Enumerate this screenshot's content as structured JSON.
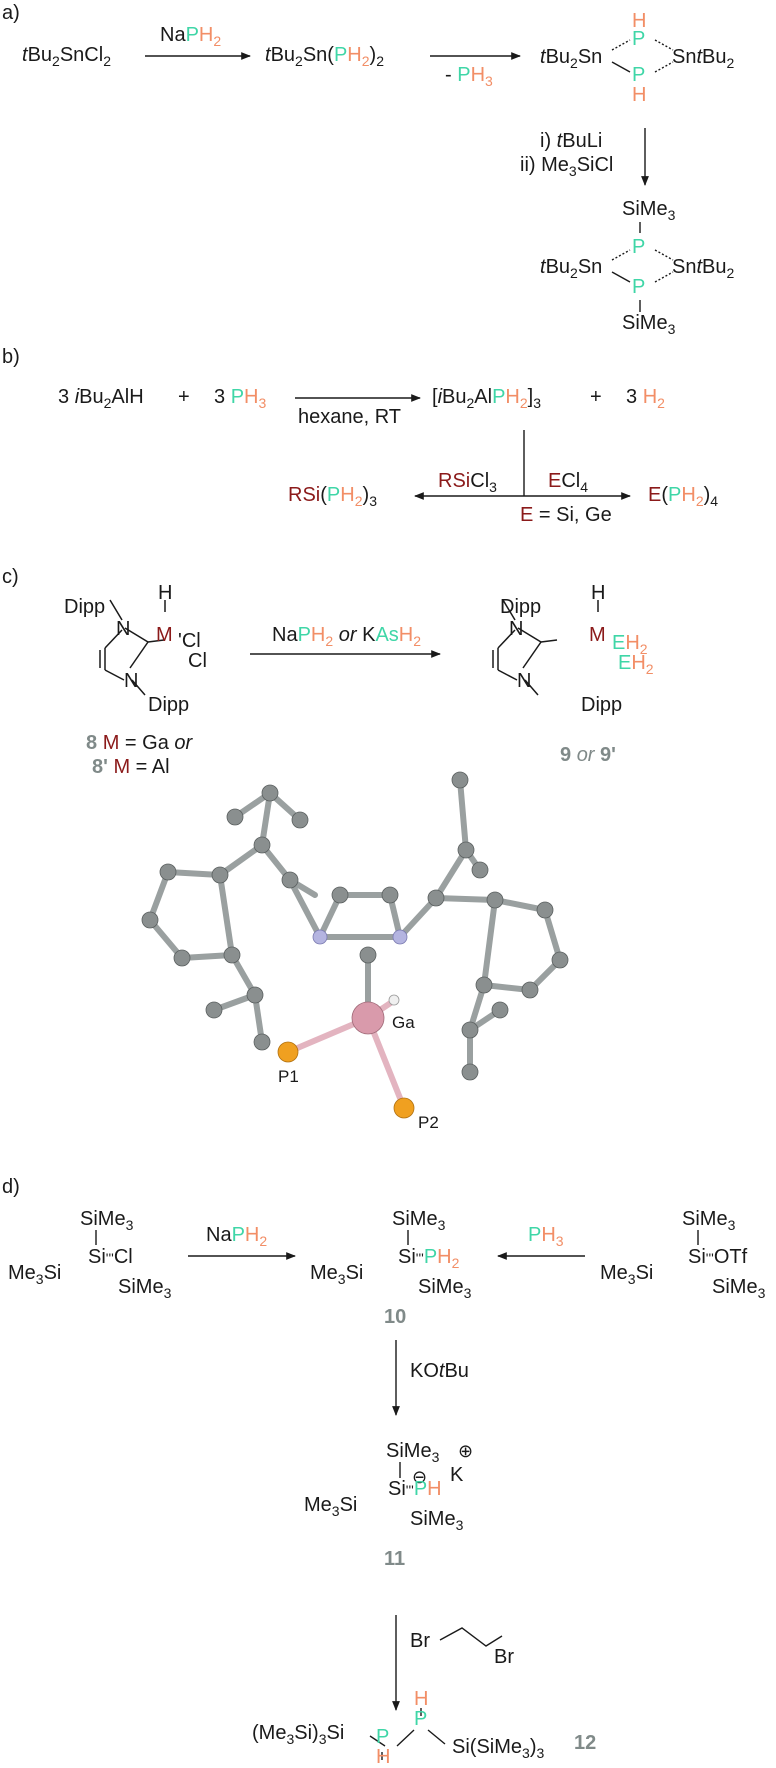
{
  "panels": {
    "a": {
      "label": "a)",
      "start": "tBu2SnCl2",
      "reagent1": "NaPH2",
      "intermediate": "tBu2Sn(PH2)2",
      "byproduct": "- PH3",
      "ring": {
        "left": "tBu2Sn",
        "right": "SntBu2",
        "h_top": "H",
        "h_bottom": "H",
        "p_top": "P",
        "p_bottom": "P"
      },
      "step2": [
        "i) tBuLi",
        "ii) Me3SiCl"
      ],
      "product": {
        "left": "tBu2Sn",
        "right": "SntBu2",
        "top": "SiMe3",
        "bottom": "SiMe3",
        "p_top": "P",
        "p_bottom": "P"
      }
    },
    "b": {
      "label": "b)",
      "reactant1": "3 iBu2AlH",
      "plus1": "+",
      "reactant2": "3 PH3",
      "condition": "hexane, RT",
      "product": "[iBu2AlPH2]3",
      "plus2": "+",
      "coproduct": "3 H2",
      "left_reagent": "RSiCl3",
      "left_product": "RSi(PH2)3",
      "right_reagent": "ECl4",
      "right_condition": "E = Si, Ge",
      "right_product": "E(PH2)4"
    },
    "c": {
      "label": "c)",
      "reagent": "NaPH2 or KAsH2",
      "start_subs": {
        "dipp_top": "Dipp",
        "dipp_bottom": "Dipp",
        "n1": "N",
        "n2": "N",
        "h": "H",
        "m": "M",
        "cl1": "Cl",
        "cl2": "Cl"
      },
      "start_label": [
        "8 M = Ga or",
        "8' M = Al"
      ],
      "product_subs": {
        "dipp_top": "Dipp",
        "dipp_bottom": "Dipp",
        "n1": "N",
        "n2": "N",
        "h": "H",
        "m": "M",
        "e1": "EH2",
        "e2": "EH2"
      },
      "product_label": "9 or 9'",
      "crystal_labels": {
        "ga": "Ga",
        "p1": "P1",
        "p2": "P2"
      }
    },
    "d": {
      "label": "d)",
      "left_start": {
        "top": "SiMe3",
        "left": "Me3Si",
        "si": "Si",
        "x": "Cl",
        "bottom": "SiMe3"
      },
      "left_reagent": "NaPH2",
      "right_reagent": "PH3",
      "right_start": {
        "top": "SiMe3",
        "left": "Me3Si",
        "si": "Si",
        "x": "OTf",
        "bottom": "SiMe3"
      },
      "cmpd10": {
        "top": "SiMe3",
        "left": "Me3Si",
        "si": "Si",
        "x": "PH2",
        "bottom": "SiMe3",
        "number": "10"
      },
      "base": "KOtBu",
      "cmpd11": {
        "top": "SiMe3",
        "left": "Me3Si",
        "si": "Si",
        "x": "PH",
        "bottom": "SiMe3",
        "cation": "K",
        "number": "11"
      },
      "cmpd12_reagent": {
        "left": "Br",
        "right": "Br"
      },
      "cmpd12": {
        "left": "(Me3Si)3Si",
        "right": "Si(SiMe3)3",
        "p1": "P",
        "p2": "P",
        "h1": "H",
        "h2": "H",
        "number": "12"
      }
    }
  },
  "colors": {
    "phosphorus": "#3fd6a7",
    "hydrogen": "#f28e66",
    "metal": "#8b1a1a",
    "label_grey": "#808a89",
    "ga_atom": "#d99aab",
    "p_atom": "#f0a020",
    "c_atom": "#8a8f8f",
    "n_atom": "#b4b4e0"
  }
}
